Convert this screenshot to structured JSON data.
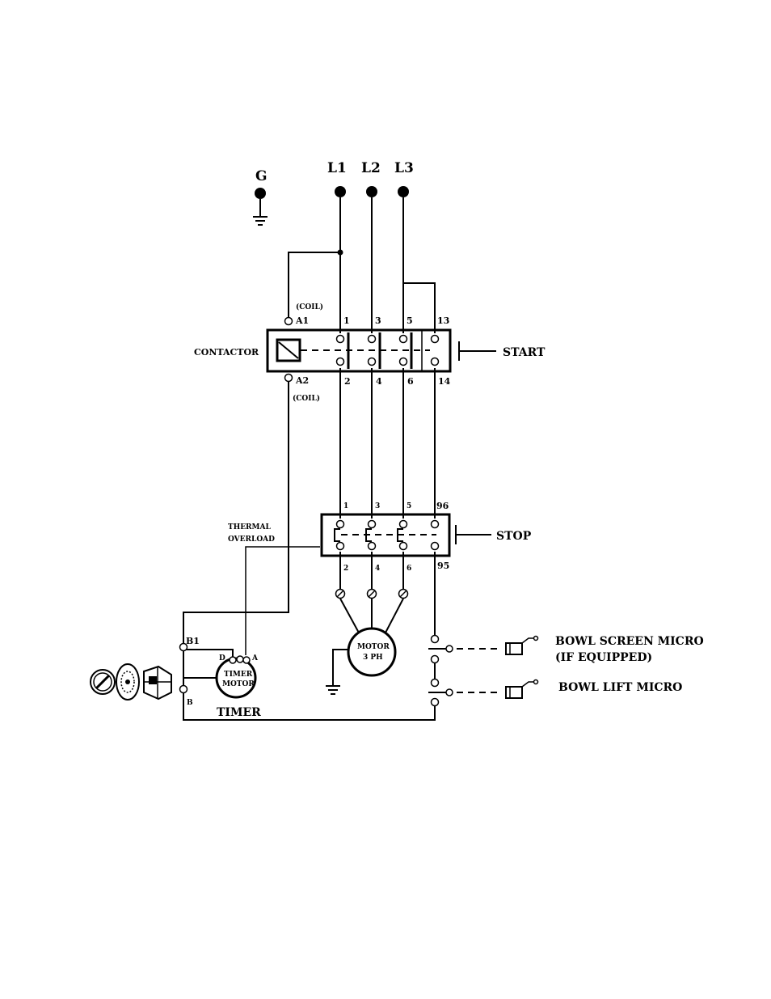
{
  "supply": {
    "ground": "G",
    "l1": "L1",
    "l2": "L2",
    "l3": "L3"
  },
  "contactor": {
    "label": "CONTACTOR",
    "coil_top": "(COIL)",
    "coil_bottom": "(COIL)",
    "a1": "A1",
    "a2": "A2",
    "top_terminals": [
      "1",
      "3",
      "5",
      "13"
    ],
    "bottom_terminals": [
      "2",
      "4",
      "6",
      "14"
    ],
    "start_label": "START"
  },
  "overload": {
    "label_line1": "THERMAL",
    "label_line2": "OVERLOAD",
    "top_terminals": [
      "1",
      "3",
      "5",
      "96"
    ],
    "bottom_terminals": [
      "2",
      "4",
      "6",
      "95"
    ],
    "stop_label": "STOP"
  },
  "motor": {
    "line1": "MOTOR",
    "line2": "3 PH"
  },
  "timer": {
    "label": "TIMER",
    "motor_line1": "TIMER",
    "motor_line2": "MOTOR",
    "b1": "B1",
    "b": "B",
    "d": "D",
    "a": "A"
  },
  "switches": {
    "bowl_screen_line1": "BOWL SCREEN MICRO",
    "bowl_screen_line2": "(IF EQUIPPED)",
    "bowl_lift": "BOWL LIFT MICRO"
  }
}
